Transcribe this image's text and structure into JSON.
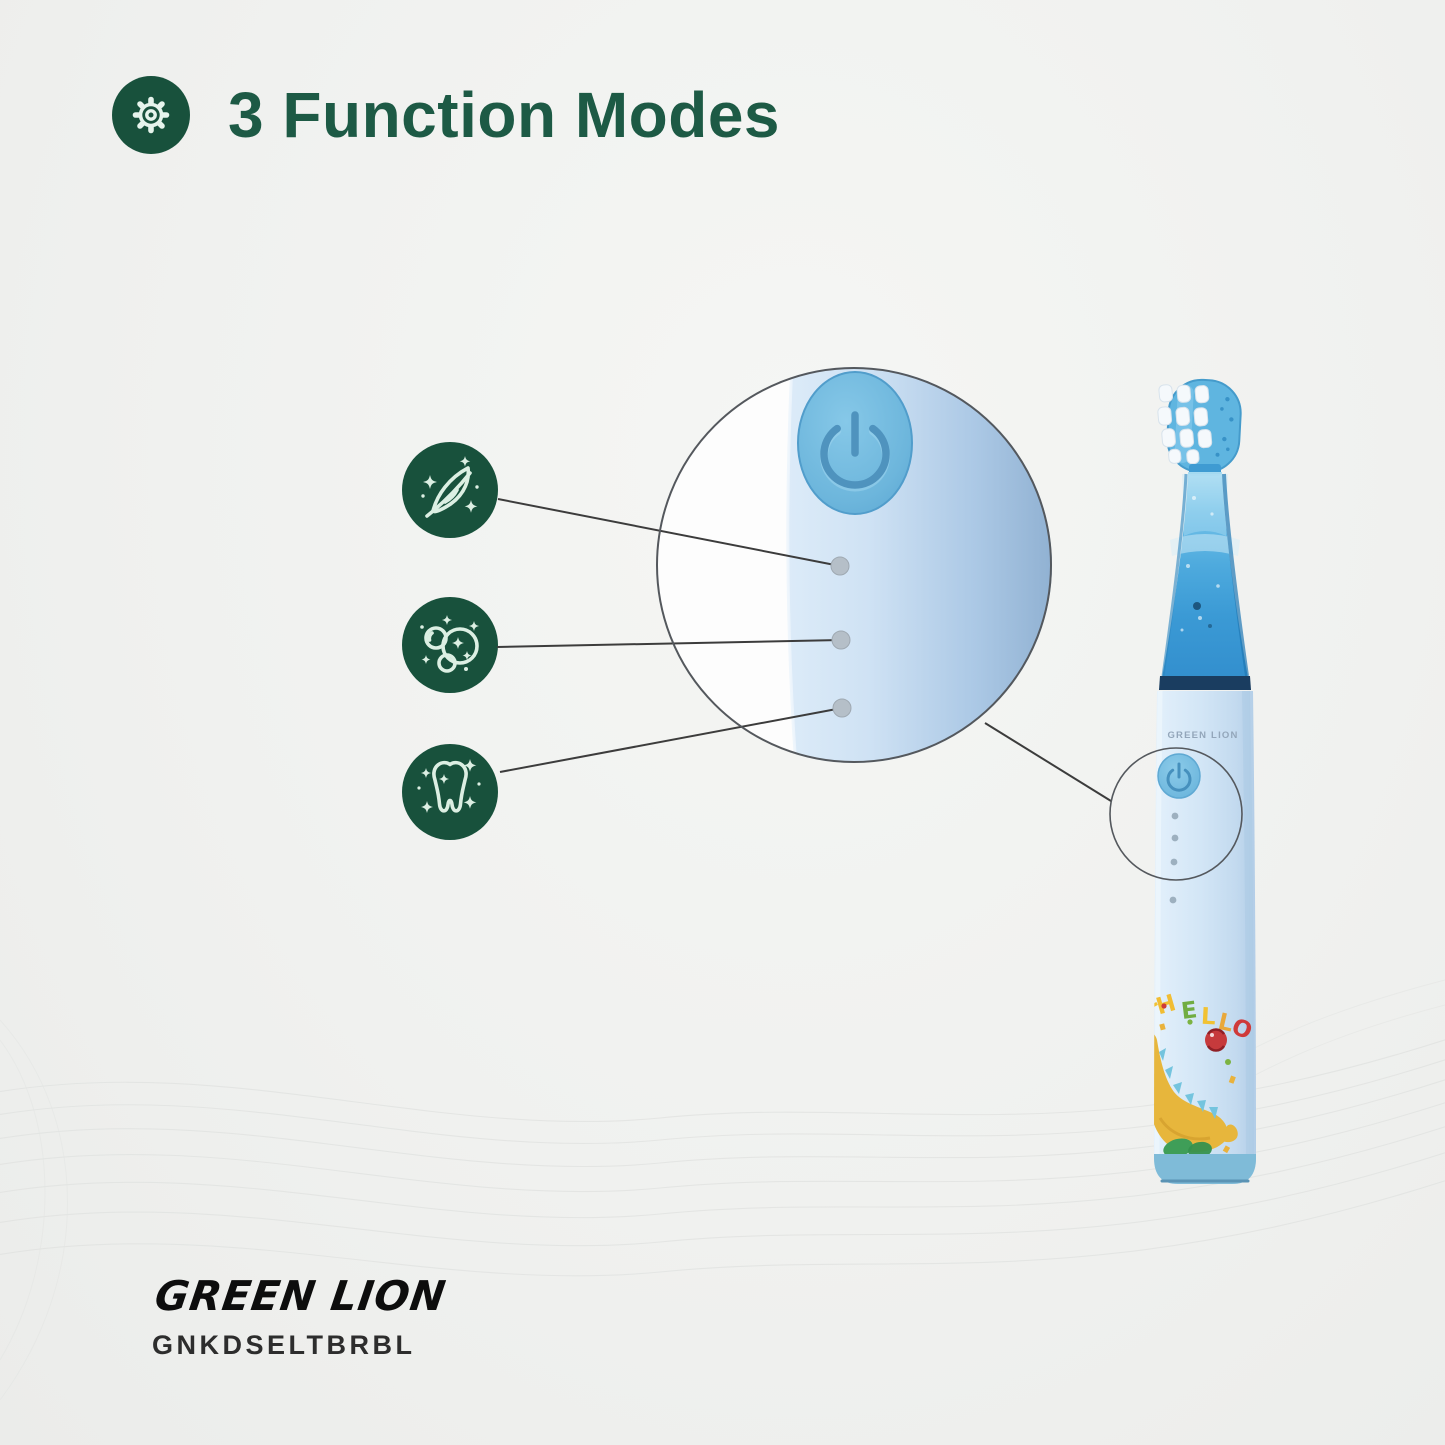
{
  "header": {
    "title": "3 Function Modes",
    "icon": "gear-icon",
    "accent_text_color": "#1d5a45",
    "badge_color": "#18513c"
  },
  "modes": [
    {
      "id": "gentle",
      "icon": "feather-sparkles-icon",
      "badge_color": "#18513c"
    },
    {
      "id": "clean",
      "icon": "bubbles-sparkles-icon",
      "badge_color": "#18513c"
    },
    {
      "id": "whitening",
      "icon": "tooth-sparkles-icon",
      "badge_color": "#18513c"
    }
  ],
  "magnified_view": {
    "shows": "power-button-and-mode-indicator-lights",
    "indicator_count": 3,
    "button_color": "#6db6dc",
    "handle_color": "#c7dcf0"
  },
  "product": {
    "device_label": "GREEN LION",
    "hello": [
      "H",
      "E",
      "L",
      "L",
      "O"
    ],
    "hello_colors": [
      "#f1bd33",
      "#71ad42",
      "#f1c233",
      "#e9a83b",
      "#cf3a3a"
    ],
    "partial_letter": "L",
    "body_color": "#d7e9f8",
    "head_color": "#58b2e0",
    "base_band_color": "#7fbbd8",
    "graphic": "dinosaur-with-ball"
  },
  "footer": {
    "brand": "GREEN LION",
    "model": "GNKDSELTBRBL"
  }
}
